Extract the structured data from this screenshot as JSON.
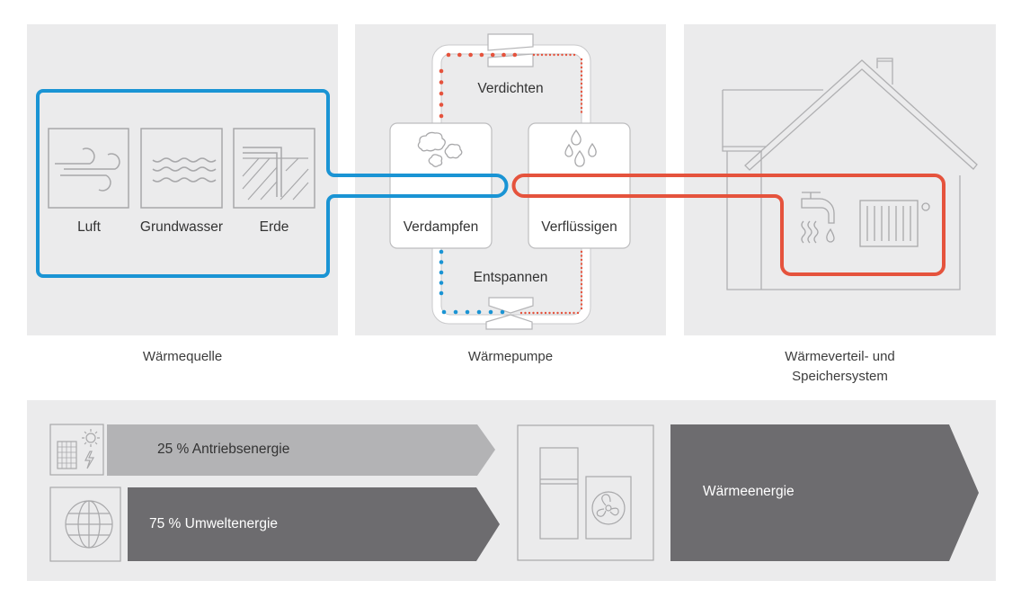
{
  "sections": {
    "source": {
      "caption": "Wärmequelle",
      "items": [
        {
          "label": "Luft",
          "icon": "wind-icon"
        },
        {
          "label": "Grundwasser",
          "icon": "water-waves-icon"
        },
        {
          "label": "Erde",
          "icon": "ground-probe-icon"
        }
      ]
    },
    "pump": {
      "caption": "Wärmepumpe",
      "stages": {
        "compress": "Verdichten",
        "evaporate": "Verdampfen",
        "condense": "Verflüssigen",
        "expand": "Entspannen"
      }
    },
    "distribution": {
      "caption_line1": "Wärmeverteil- und",
      "caption_line2": "Speichersystem"
    }
  },
  "energy": {
    "drive": {
      "label": "25 % Antriebsenergie",
      "percent": 25,
      "icon": "solar-power-icon"
    },
    "environment": {
      "label": "75 % Umweltenergie",
      "percent": 75,
      "icon": "globe-icon"
    },
    "output": {
      "label": "Wärmeenergie",
      "icon": "heat-pump-unit-icon"
    }
  },
  "colors": {
    "cold_loop": "#1a94d4",
    "hot_loop": "#e5533d",
    "drive_arrow": "#b3b3b5",
    "env_arrow": "#6d6c6f",
    "output_arrow": "#6d6c6f",
    "panel_bg": "#ebebec",
    "icon_stroke": "#a8a8aa"
  }
}
